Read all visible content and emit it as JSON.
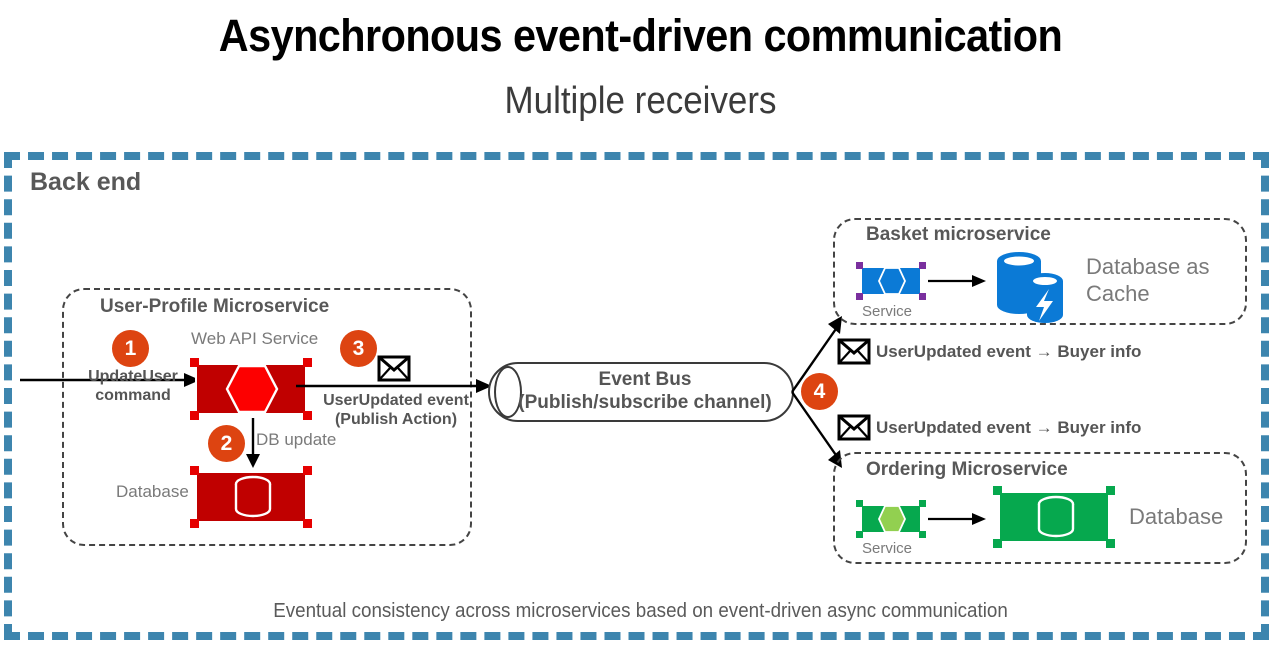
{
  "title": "Asynchronous event-driven communication",
  "subtitle": "Multiple receivers",
  "backend": {
    "label": "Back end",
    "footer_note": "Eventual consistency across microservices based on event-driven async communication",
    "border_color": "#3d85ae"
  },
  "badges": {
    "one": "1",
    "two": "2",
    "three": "3",
    "four": "4",
    "color": "#dd4411"
  },
  "user_profile": {
    "title": "User-Profile Microservice",
    "web_api_label": "Web API Service",
    "database_label": "Database",
    "incoming_command_line1": "UpdateUser",
    "incoming_command_line2": "command",
    "db_update_label": "DB update",
    "published_event_line1": "UserUpdated event",
    "published_event_line2": "(Publish Action)",
    "accent_color": "#c00000",
    "hex_color": "#fd0000"
  },
  "event_bus": {
    "line1": "Event Bus",
    "line2": "(Publish/subscribe channel)"
  },
  "basket": {
    "title": "Basket microservice",
    "service_label": "Service",
    "database_line1": "Database as",
    "database_line2": "Cache",
    "accent_color": "#0b7ad6",
    "corner_color": "#7a2f9e"
  },
  "ordering": {
    "title": "Ordering Microservice",
    "service_label": "Service",
    "database_label": "Database",
    "accent_color": "#06a84e",
    "hex_color": "#92d050"
  },
  "subscriptions": [
    {
      "icon": "envelope-icon",
      "text": "UserUpdated event → Buyer info"
    },
    {
      "icon": "envelope-icon",
      "text": "UserUpdated event → Buyer info"
    }
  ],
  "icons": {
    "envelope": "envelope-icon",
    "cache_db": "azure-cache-database-icon",
    "hexagon_service": "service-hexagon-icon",
    "cylinder_db": "database-cylinder-icon"
  }
}
